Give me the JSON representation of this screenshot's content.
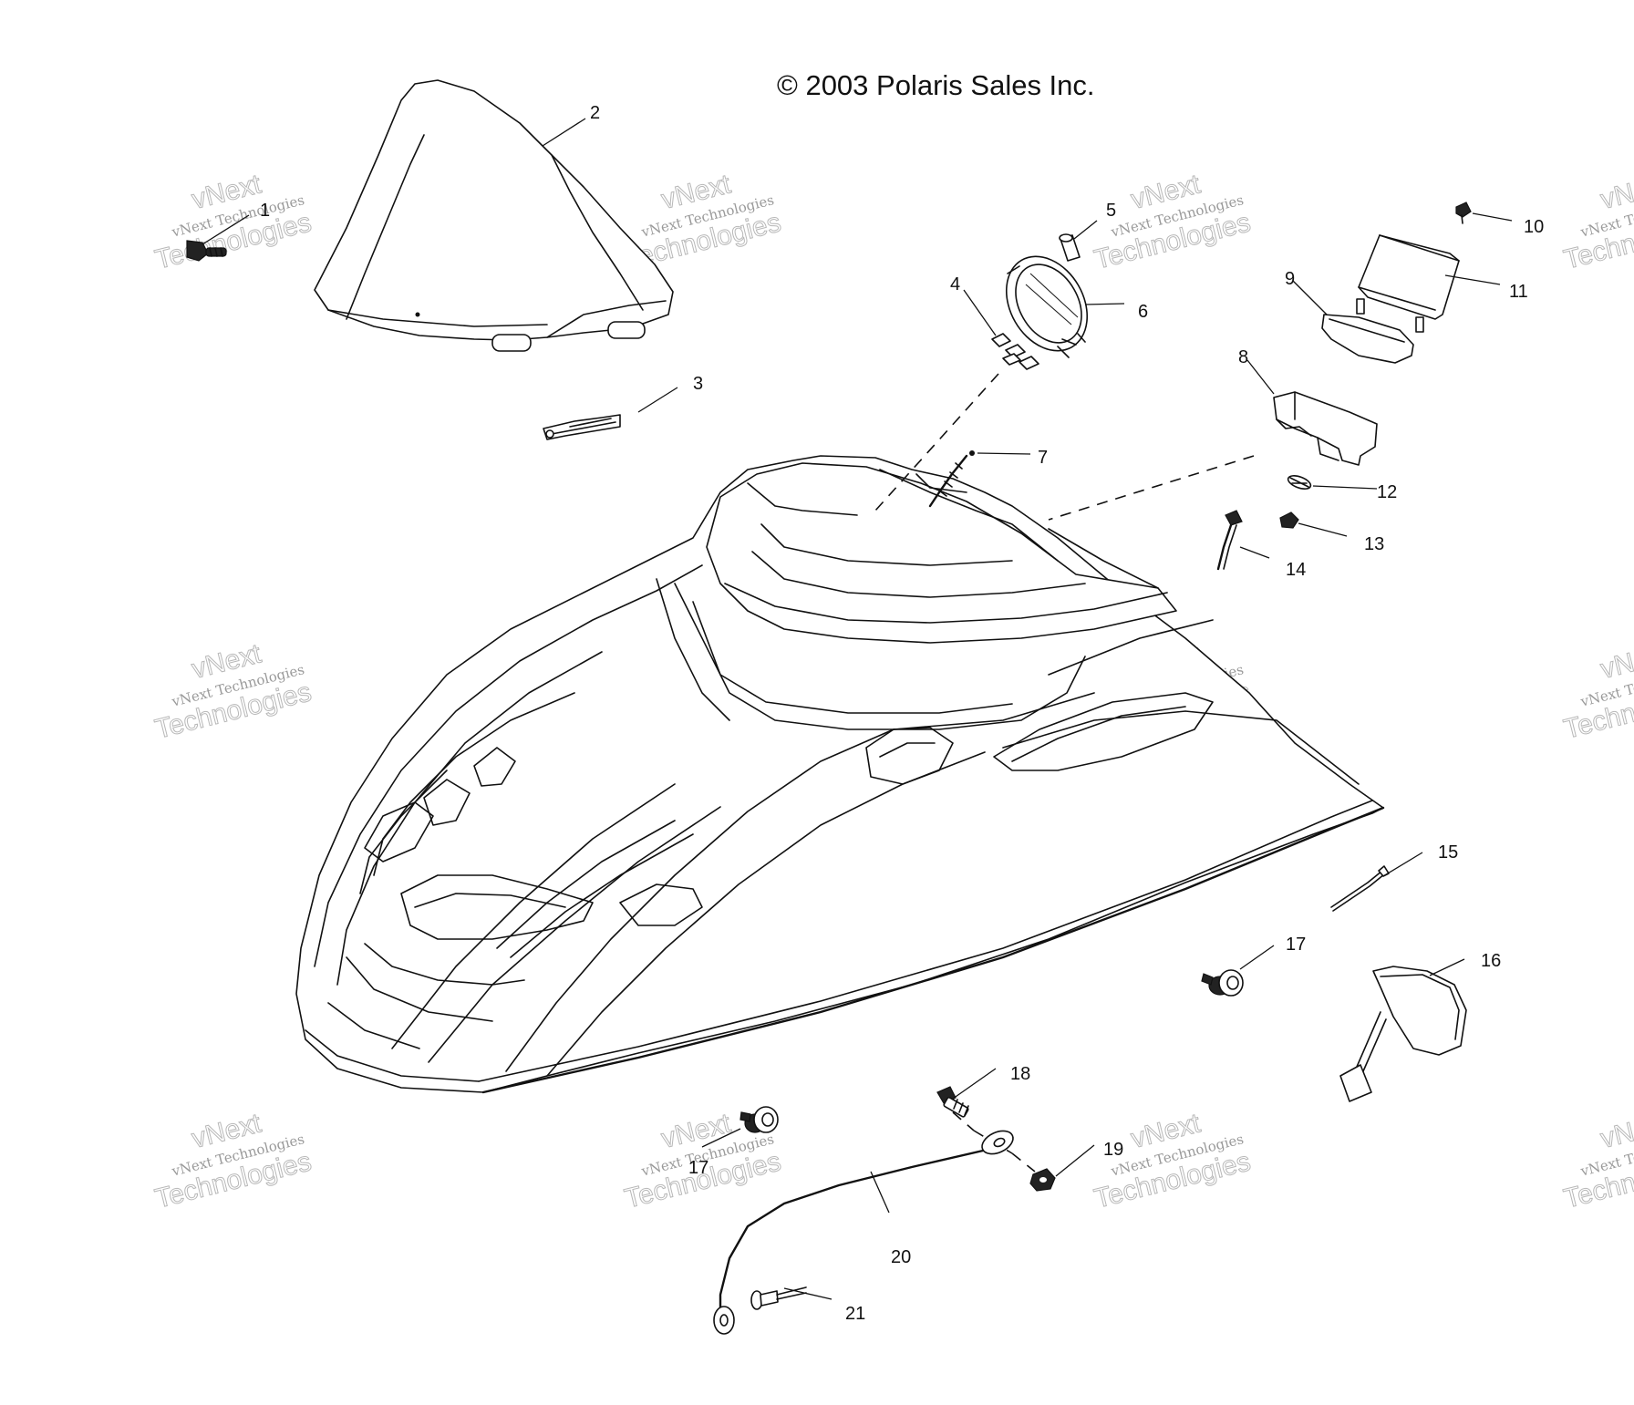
{
  "copyright": "© 2003 Polaris Sales Inc.",
  "watermark": {
    "line1": "vNext",
    "line2": "vNext Technologies",
    "line3": "Technologies"
  },
  "callouts": [
    "1",
    "2",
    "3",
    "4",
    "5",
    "6",
    "7",
    "8",
    "9",
    "10",
    "11",
    "12",
    "13",
    "14",
    "15",
    "16",
    "17",
    "17",
    "18",
    "19",
    "20",
    "21"
  ]
}
